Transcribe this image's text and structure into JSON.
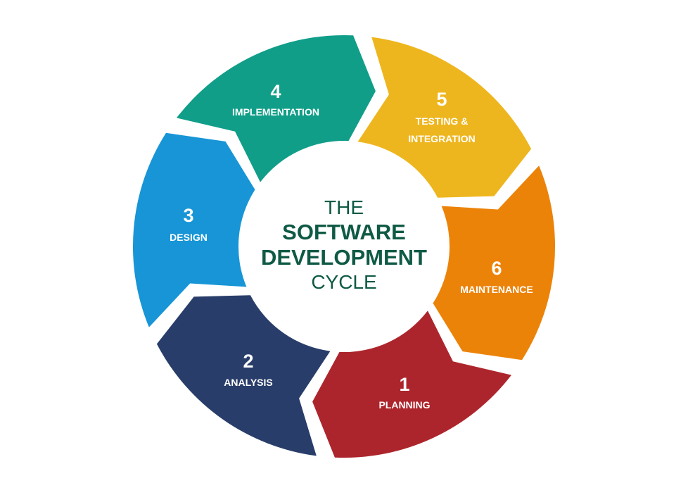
{
  "title": {
    "line1": "THE",
    "line2": "SOFTWARE",
    "line3": "DEVELOPMENT",
    "line4": "CYCLE"
  },
  "stages": [
    {
      "number": "1",
      "label": "PLANNING",
      "color": "#ad252c"
    },
    {
      "number": "2",
      "label": "ANALYSIS",
      "color": "#283d69"
    },
    {
      "number": "3",
      "label": "DESIGN",
      "color": "#1795d7"
    },
    {
      "number": "4",
      "label": "IMPLEMENTATION",
      "color": "#109e89"
    },
    {
      "number": "5",
      "label_line1": "TESTING &",
      "label_line2": "INTEGRATION",
      "color": "#eeb61e"
    },
    {
      "number": "6",
      "label": "MAINTENANCE",
      "color": "#ec8309"
    }
  ]
}
